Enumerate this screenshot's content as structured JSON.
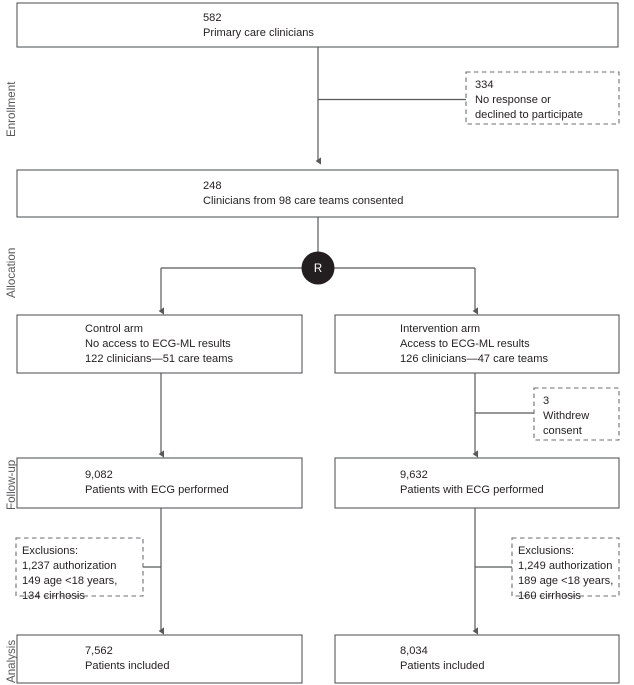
{
  "figure": {
    "type": "consort-flow-diagram",
    "stages": [
      {
        "id": "enrollment",
        "label": "Enrollment"
      },
      {
        "id": "allocation",
        "label": "Allocation"
      },
      {
        "id": "followup",
        "label": "Follow-up"
      },
      {
        "id": "analysis",
        "label": "Analysis"
      }
    ],
    "colors": {
      "box_stroke": "#58595b",
      "dashed_stroke": "#6d6e71",
      "connector": "#58595b",
      "text": "#231f20",
      "stage_text": "#58595b",
      "randomization_fill": "#231f20",
      "randomization_text": "#ffffff",
      "background": "#ffffff"
    },
    "nodes": {
      "screened": {
        "style": "solid",
        "lines": [
          "582",
          "Primary care clinicians"
        ]
      },
      "excluded_enrollment": {
        "style": "dashed",
        "lines": [
          "334",
          "No response or",
          "declined to participate"
        ]
      },
      "consented": {
        "style": "solid",
        "lines": [
          "248",
          "Clinicians from 98 care teams consented"
        ]
      },
      "randomization": {
        "style": "circle",
        "label": "R"
      },
      "control_arm": {
        "style": "solid",
        "lines": [
          "Control arm",
          "No access to ECG-ML results",
          "122 clinicians—51 care teams"
        ]
      },
      "intervention_arm": {
        "style": "solid",
        "lines": [
          "Intervention arm",
          "Access to ECG-ML results",
          "126 clinicians—47 care teams"
        ]
      },
      "withdrew": {
        "style": "dashed",
        "lines": [
          "3",
          "Withdrew",
          "consent"
        ]
      },
      "control_followup": {
        "style": "solid",
        "lines": [
          "9,082",
          "Patients with ECG performed"
        ]
      },
      "intervention_followup": {
        "style": "solid",
        "lines": [
          "9,632",
          "Patients with ECG performed"
        ]
      },
      "control_exclusions": {
        "style": "dashed",
        "lines": [
          "Exclusions:",
          "1,237 authorization",
          "149 age <18 years,",
          "134 cirrhosis"
        ]
      },
      "intervention_exclusions": {
        "style": "dashed",
        "lines": [
          "Exclusions:",
          "1,249 authorization",
          "189 age <18 years,",
          "160 cirrhosis"
        ]
      },
      "control_analysis": {
        "style": "solid",
        "lines": [
          "7,562",
          "Patients included"
        ]
      },
      "intervention_analysis": {
        "style": "solid",
        "lines": [
          "8,034",
          "Patients included"
        ]
      }
    }
  }
}
